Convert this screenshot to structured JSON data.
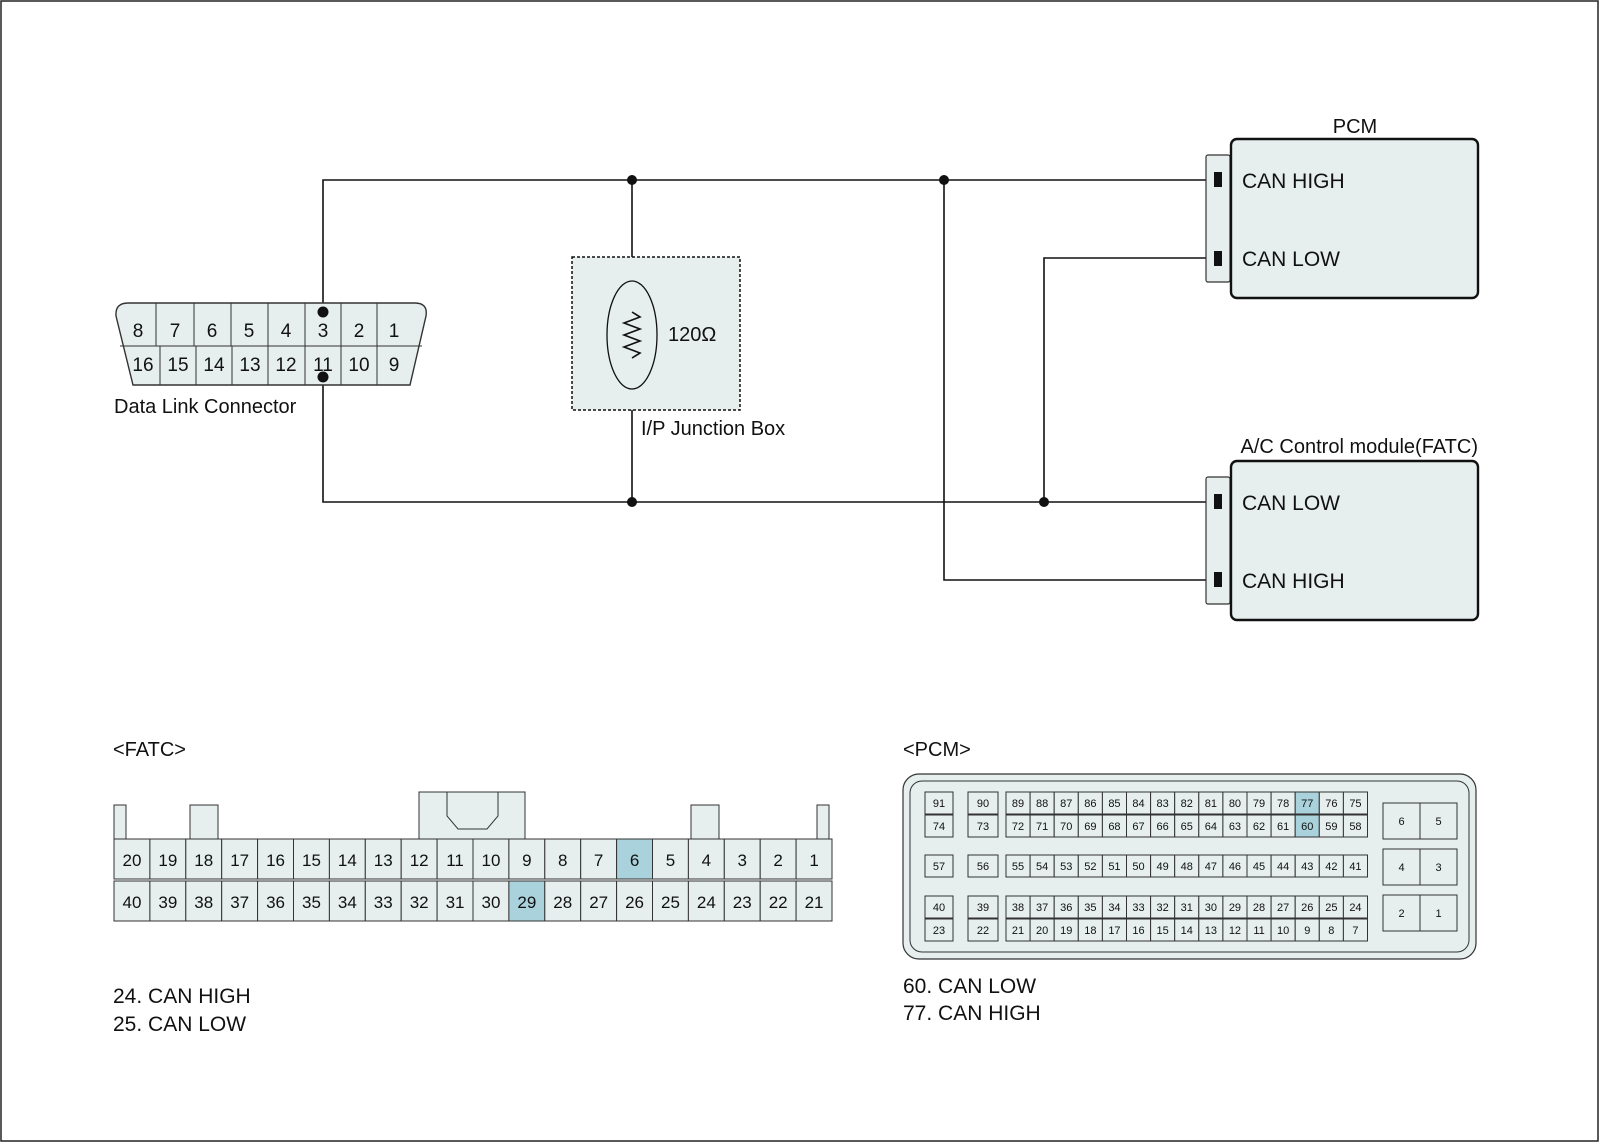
{
  "colors": {
    "module_fill": "#e6eeee",
    "highlight": "#a9d2dc",
    "line": "#111111"
  },
  "dlc": {
    "label": "Data Link Connector",
    "top_pins": [
      "8",
      "7",
      "6",
      "5",
      "4",
      "3",
      "2",
      "1"
    ],
    "bottom_pins": [
      "16",
      "15",
      "14",
      "13",
      "12",
      "11",
      "10",
      "9"
    ],
    "used_pins": [
      "3",
      "11"
    ]
  },
  "junction": {
    "label": "I/P Junction Box",
    "resistor": "120Ω"
  },
  "pcm": {
    "title": "PCM",
    "pin_top": "CAN HIGH",
    "pin_bottom": "CAN LOW"
  },
  "fatc": {
    "title": "A/C Control module(FATC)",
    "pin_top": "CAN LOW",
    "pin_bottom": "CAN HIGH"
  },
  "fatc_connector": {
    "title": "<FATC>",
    "row1": [
      "20",
      "19",
      "18",
      "17",
      "16",
      "15",
      "14",
      "13",
      "12",
      "11",
      "10",
      "9",
      "8",
      "7",
      "6",
      "5",
      "4",
      "3",
      "2",
      "1"
    ],
    "row2": [
      "40",
      "39",
      "38",
      "37",
      "36",
      "35",
      "34",
      "33",
      "32",
      "31",
      "30",
      "29",
      "28",
      "27",
      "26",
      "25",
      "24",
      "23",
      "22",
      "21"
    ],
    "highlighted": [
      "6",
      "29"
    ],
    "notes": [
      "24. CAN HIGH",
      "25. CAN LOW"
    ]
  },
  "pcm_connector": {
    "title": "<PCM>",
    "left_col1": [
      "91",
      "74",
      "57",
      "40",
      "23"
    ],
    "left_col2": [
      "90",
      "73",
      "56",
      "39",
      "22"
    ],
    "row_a": [
      "89",
      "88",
      "87",
      "86",
      "85",
      "84",
      "83",
      "82",
      "81",
      "80",
      "79",
      "78",
      "77",
      "76",
      "75"
    ],
    "row_b": [
      "72",
      "71",
      "70",
      "69",
      "68",
      "67",
      "66",
      "65",
      "64",
      "63",
      "62",
      "61",
      "60",
      "59",
      "58"
    ],
    "row_c": [
      "55",
      "54",
      "53",
      "52",
      "51",
      "50",
      "49",
      "48",
      "47",
      "46",
      "45",
      "44",
      "43",
      "42",
      "41"
    ],
    "row_d": [
      "38",
      "37",
      "36",
      "35",
      "34",
      "33",
      "32",
      "31",
      "30",
      "29",
      "28",
      "27",
      "26",
      "25",
      "24"
    ],
    "row_e": [
      "21",
      "20",
      "19",
      "18",
      "17",
      "16",
      "15",
      "14",
      "13",
      "12",
      "11",
      "10",
      "9",
      "8",
      "7"
    ],
    "right_pairs": [
      [
        "6",
        "5"
      ],
      [
        "4",
        "3"
      ],
      [
        "2",
        "1"
      ]
    ],
    "highlighted": [
      "77",
      "60"
    ],
    "notes": [
      "60. CAN LOW",
      "77. CAN HIGH"
    ]
  }
}
